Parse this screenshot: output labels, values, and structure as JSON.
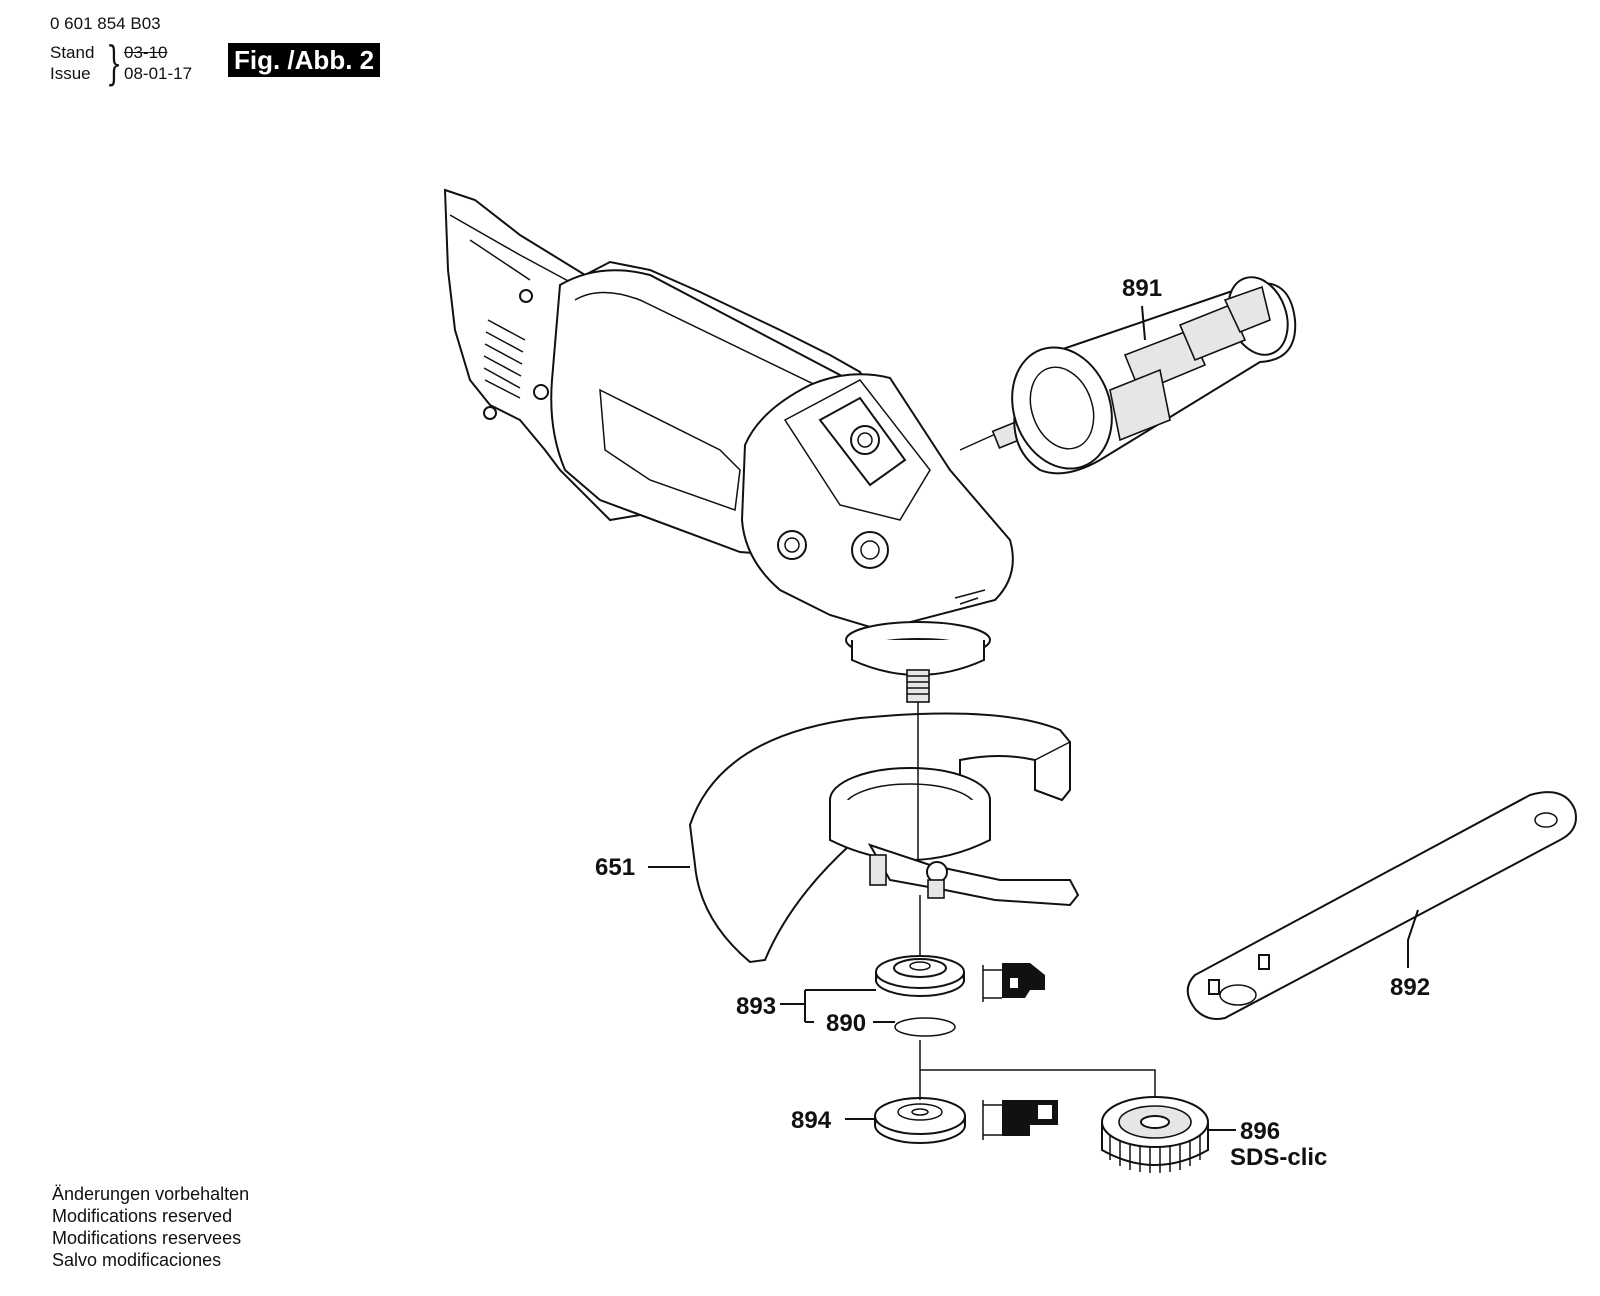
{
  "header": {
    "doc_number": "0 601 854 B03",
    "stand_label": "Stand",
    "issue_label": "Issue",
    "stand_value": "03-10",
    "issue_value": "08-01-17",
    "figure_label": "Fig. /Abb. 2"
  },
  "parts": {
    "p891": "891",
    "p651": "651",
    "p892": "892",
    "p893": "893",
    "p890": "890",
    "p894": "894",
    "p896": "896",
    "sds": "SDS-clic"
  },
  "footer": {
    "line1": "Änderungen vorbehalten",
    "line2": "Modifications reserved",
    "line3": "Modifications reservees",
    "line4": "Salvo modificaciones"
  }
}
